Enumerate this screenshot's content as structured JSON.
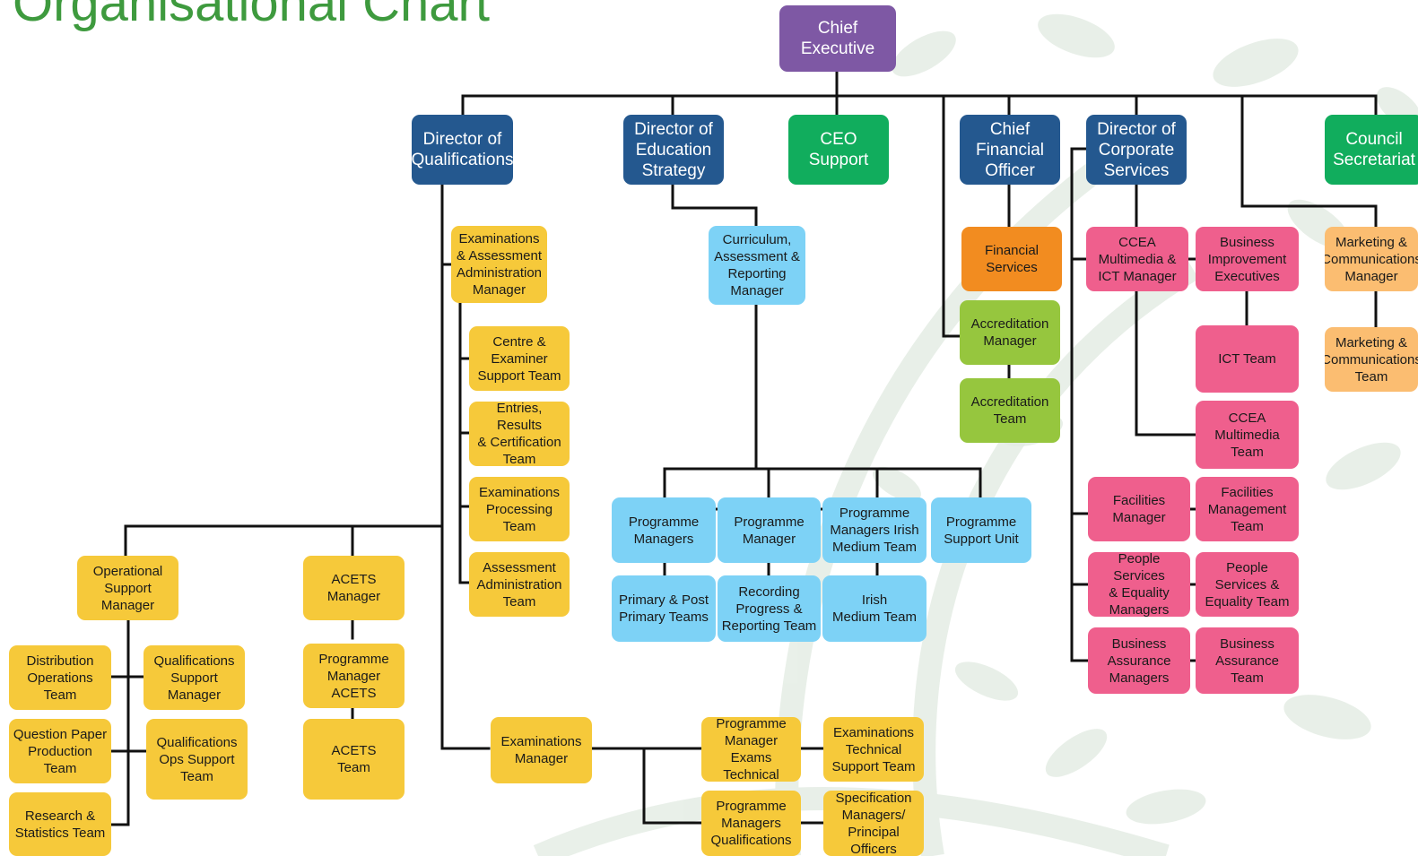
{
  "title": "Organisational Chart",
  "nodes": {
    "ceo": "Chief\nExecutive",
    "dir_qual": "Director of\nQualifications",
    "dir_edu": "Director of\nEducation\nStrategy",
    "ceo_support": "CEO\nSupport",
    "cfo": "Chief\nFinancial\nOfficer",
    "dir_corp": "Director of\nCorporate\nServices",
    "council_sec": "Council\nSecretariat",
    "exam_assess_mgr": "Examinations\n& Assessment\nAdministration\nManager",
    "centre_examiner": "Centre &\nExaminer\nSupport Team",
    "entries_results": "Entries, Results\n& Certification\nTeam",
    "exam_processing": "Examinations\nProcessing Team",
    "assess_admin_team": "Assessment\nAdministration\nTeam",
    "ops_support_mgr": "Operational\nSupport\nManager",
    "acets_mgr": "ACETS\nManager",
    "distribution_ops": "Distribution\nOperations Team",
    "qual_support_mgr": "Qualifications\nSupport\nManager",
    "question_paper": "Question Paper\nProduction Team",
    "qual_ops_support": "Qualifications\nOps Support\nTeam",
    "research_stats": "Research &\nStatistics Team",
    "prog_mgr_acets": "Programme\nManager\nACETS",
    "acets_team": "ACETS\nTeam",
    "exams_mgr": "Examinations\nManager",
    "pm_exams_tech": "Programme\nManager Exams\nTechnical",
    "exams_tech_support": "Examinations\nTechnical\nSupport Team",
    "pm_quals": "Programme\nManagers\nQualifications",
    "spec_managers": "Specification\nManagers/\nPrincipal Officers",
    "curriculum_mgr": "Curriculum,\nAssessment &\nReporting\nManager",
    "prog_managers": "Programme\nManagers",
    "prog_manager": "Programme\nManager",
    "prog_mgrs_irish": "Programme\nManagers Irish\nMedium Team",
    "prog_support_unit": "Programme\nSupport Unit",
    "primary_post": "Primary & Post\nPrimary Teams",
    "recording_progress": "Recording\nProgress &\nReporting Team",
    "irish_medium": "Irish\nMedium Team",
    "financial_services": "Financial\nServices",
    "accred_mgr": "Accreditation\nManager",
    "accred_team": "Accreditation\nTeam",
    "ccea_mm_ict_mgr": "CCEA\nMultimedia &\nICT Manager",
    "biz_improve": "Business\nImprovement\nExecutives",
    "ict_team": "ICT Team",
    "ccea_mm_team": "CCEA\nMultimedia\nTeam",
    "facilities_mgr": "Facilities\nManager",
    "facilities_team": "Facilities\nManagement\nTeam",
    "people_mgrs": "People Services\n& Equality\nManagers",
    "people_team": "People\nServices &\nEquality Team",
    "biz_assure_mgrs": "Business\nAssurance\nManagers",
    "biz_assure_team": "Business\nAssurance\nTeam",
    "marketing_mgr": "Marketing &\nCommunications\nManager",
    "marketing_team": "Marketing &\nCommunications\nTeam"
  },
  "colors": {
    "purple": "#7e58a4",
    "navy": "#24588f",
    "green": "#11ad5d",
    "yellow": "#f6c93a",
    "sky": "#7dd2f6",
    "orange": "#f28c20",
    "lime": "#96c63e",
    "pink": "#ef5f8d",
    "peach": "#fbbd71",
    "title": "#3e9a3e",
    "line": "#111111"
  }
}
